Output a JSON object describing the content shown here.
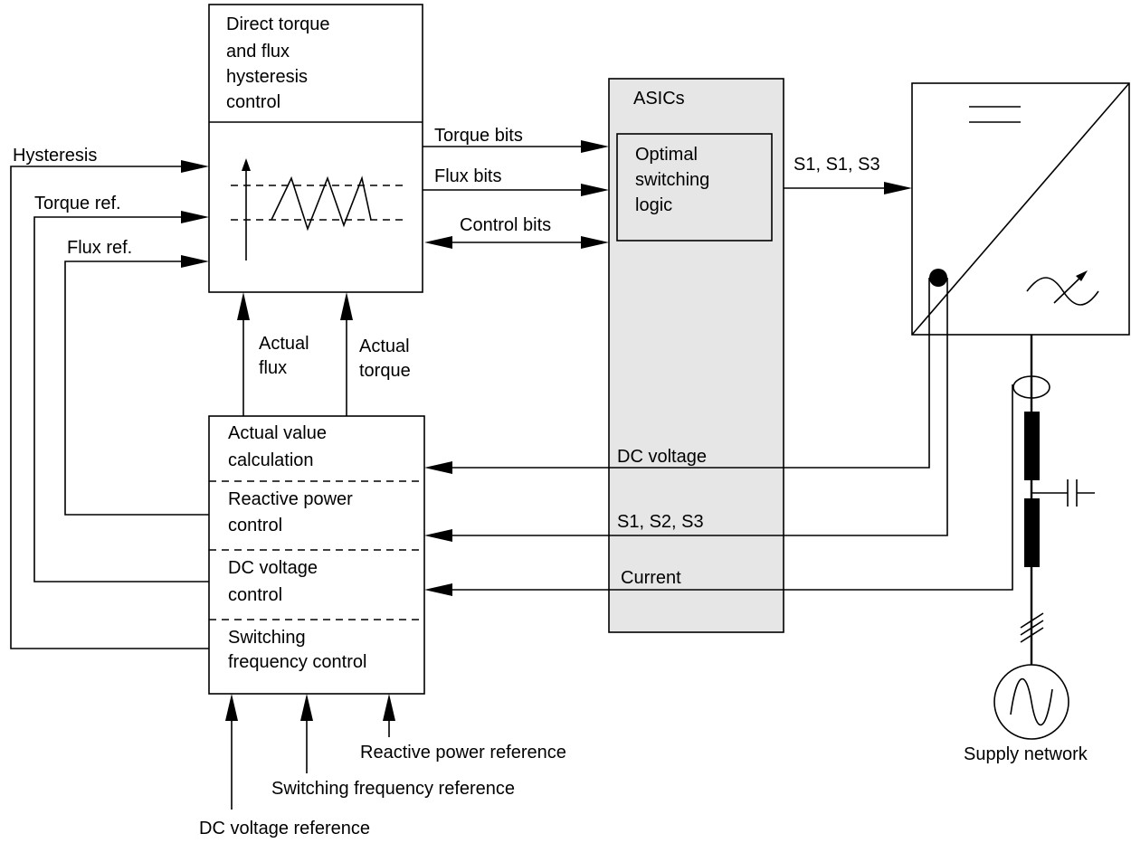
{
  "hysteresis_block": {
    "title_lines": [
      "Direct torque",
      "and flux",
      "hysteresis",
      "control"
    ]
  },
  "inputs": {
    "hysteresis": "Hysteresis",
    "torque_ref": "Torque ref.",
    "flux_ref": "Flux ref."
  },
  "feedback": {
    "actual_flux": [
      "Actual",
      "flux"
    ],
    "actual_torque": [
      "Actual",
      "torque"
    ]
  },
  "signals": {
    "torque_bits": "Torque bits",
    "flux_bits": "Flux bits",
    "control_bits": "Control bits",
    "switch_out": "S1, S1, S3",
    "dc_voltage": "DC voltage",
    "switch_in": "S1, S2, S3",
    "current": "Current"
  },
  "asics": {
    "title": "ASICs",
    "logic_lines": [
      "Optimal",
      "switching",
      "logic"
    ]
  },
  "calc_block": {
    "section1": [
      "Actual value",
      "calculation"
    ],
    "section2": [
      "Reactive power",
      "control"
    ],
    "section3": [
      "DC voltage",
      "control"
    ],
    "section4": [
      "Switching",
      "frequency control"
    ]
  },
  "references": {
    "reactive_power": "Reactive power reference",
    "switching_frequency": "Switching frequency reference",
    "dc_voltage": "DC voltage reference"
  },
  "supply": {
    "label": "Supply network"
  }
}
